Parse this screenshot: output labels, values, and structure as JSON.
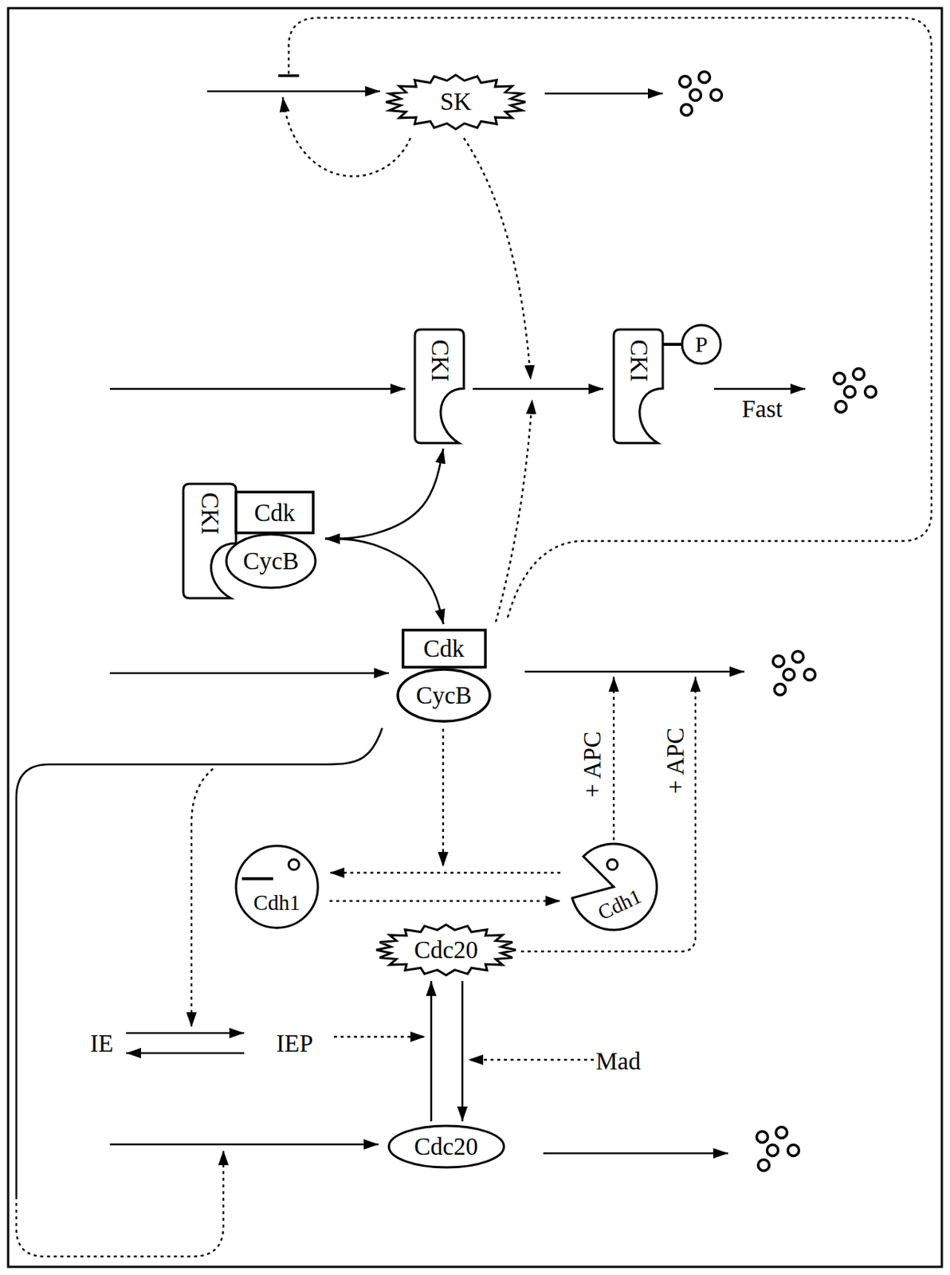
{
  "diagram": {
    "nodes": [
      {
        "text": [
          "SK"
        ]
      },
      {
        "text": [
          "CKI"
        ]
      },
      {
        "text": [
          "CKI",
          "P"
        ]
      },
      {
        "text": [
          "CKI",
          "Cdk",
          "CycB"
        ]
      },
      {
        "text": [
          "Cdk",
          "CycB"
        ]
      },
      {
        "text": [
          "Cdh1"
        ]
      },
      {
        "text": [
          "Cdh1"
        ]
      },
      {
        "text": [
          "Cdc20"
        ]
      },
      {
        "text": [
          "Cdc20"
        ]
      }
    ],
    "edges": [
      {
        "from": 1,
        "to": 2,
        "arrow": "to"
      },
      {
        "from": 3,
        "to": 1,
        "arrow": "both"
      },
      {
        "from": 3,
        "to": 4,
        "arrow": "both"
      },
      {
        "from": 6,
        "to": 5,
        "arrow": "to"
      },
      {
        "from": 5,
        "to": 6,
        "arrow": "to"
      },
      {
        "from": 8,
        "to": 7,
        "arrow": "to"
      },
      {
        "from": 7,
        "to": 8,
        "arrow": "to"
      }
    ],
    "labels": [
      "Fast",
      "+ APC",
      "+ APC",
      "IE",
      "IEP",
      "Mad"
    ]
  }
}
